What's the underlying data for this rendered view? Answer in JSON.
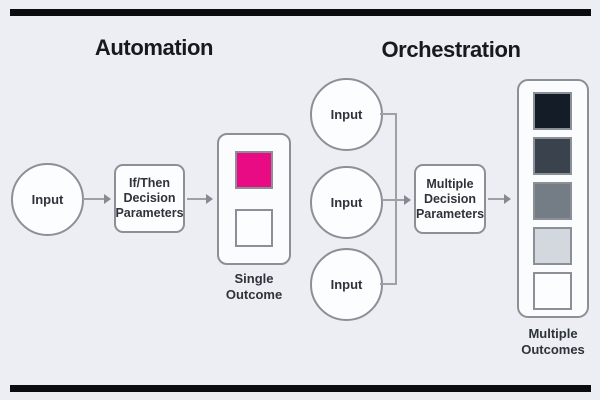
{
  "page": {
    "background_color": "#ECEEF3",
    "bar_color": "#0A0C10"
  },
  "automation": {
    "title": "Automation",
    "input": {
      "label": "Input"
    },
    "decision": {
      "lines": [
        "If/Then",
        "Decision",
        "Parameters"
      ]
    },
    "outcome": {
      "label_lines": [
        "Single",
        "Outcome"
      ],
      "squares": [
        {
          "name": "magenta",
          "color": "#E90B84"
        },
        {
          "name": "white",
          "color": "#FCFDFE"
        }
      ]
    }
  },
  "orchestration": {
    "title": "Orchestration",
    "inputs": [
      {
        "label": "Input"
      },
      {
        "label": "Input"
      },
      {
        "label": "Input"
      }
    ],
    "decision": {
      "lines": [
        "Multiple",
        "Decision",
        "Parameters"
      ]
    },
    "outcome": {
      "label_lines": [
        "Multiple",
        "Outcomes"
      ],
      "squares": [
        {
          "name": "black",
          "color": "#131C27"
        },
        {
          "name": "dark-gray",
          "color": "#3A424E"
        },
        {
          "name": "mid-gray",
          "color": "#747C86"
        },
        {
          "name": "light-gray",
          "color": "#D3D8DF"
        },
        {
          "name": "white",
          "color": "#FCFDFE"
        }
      ]
    }
  }
}
